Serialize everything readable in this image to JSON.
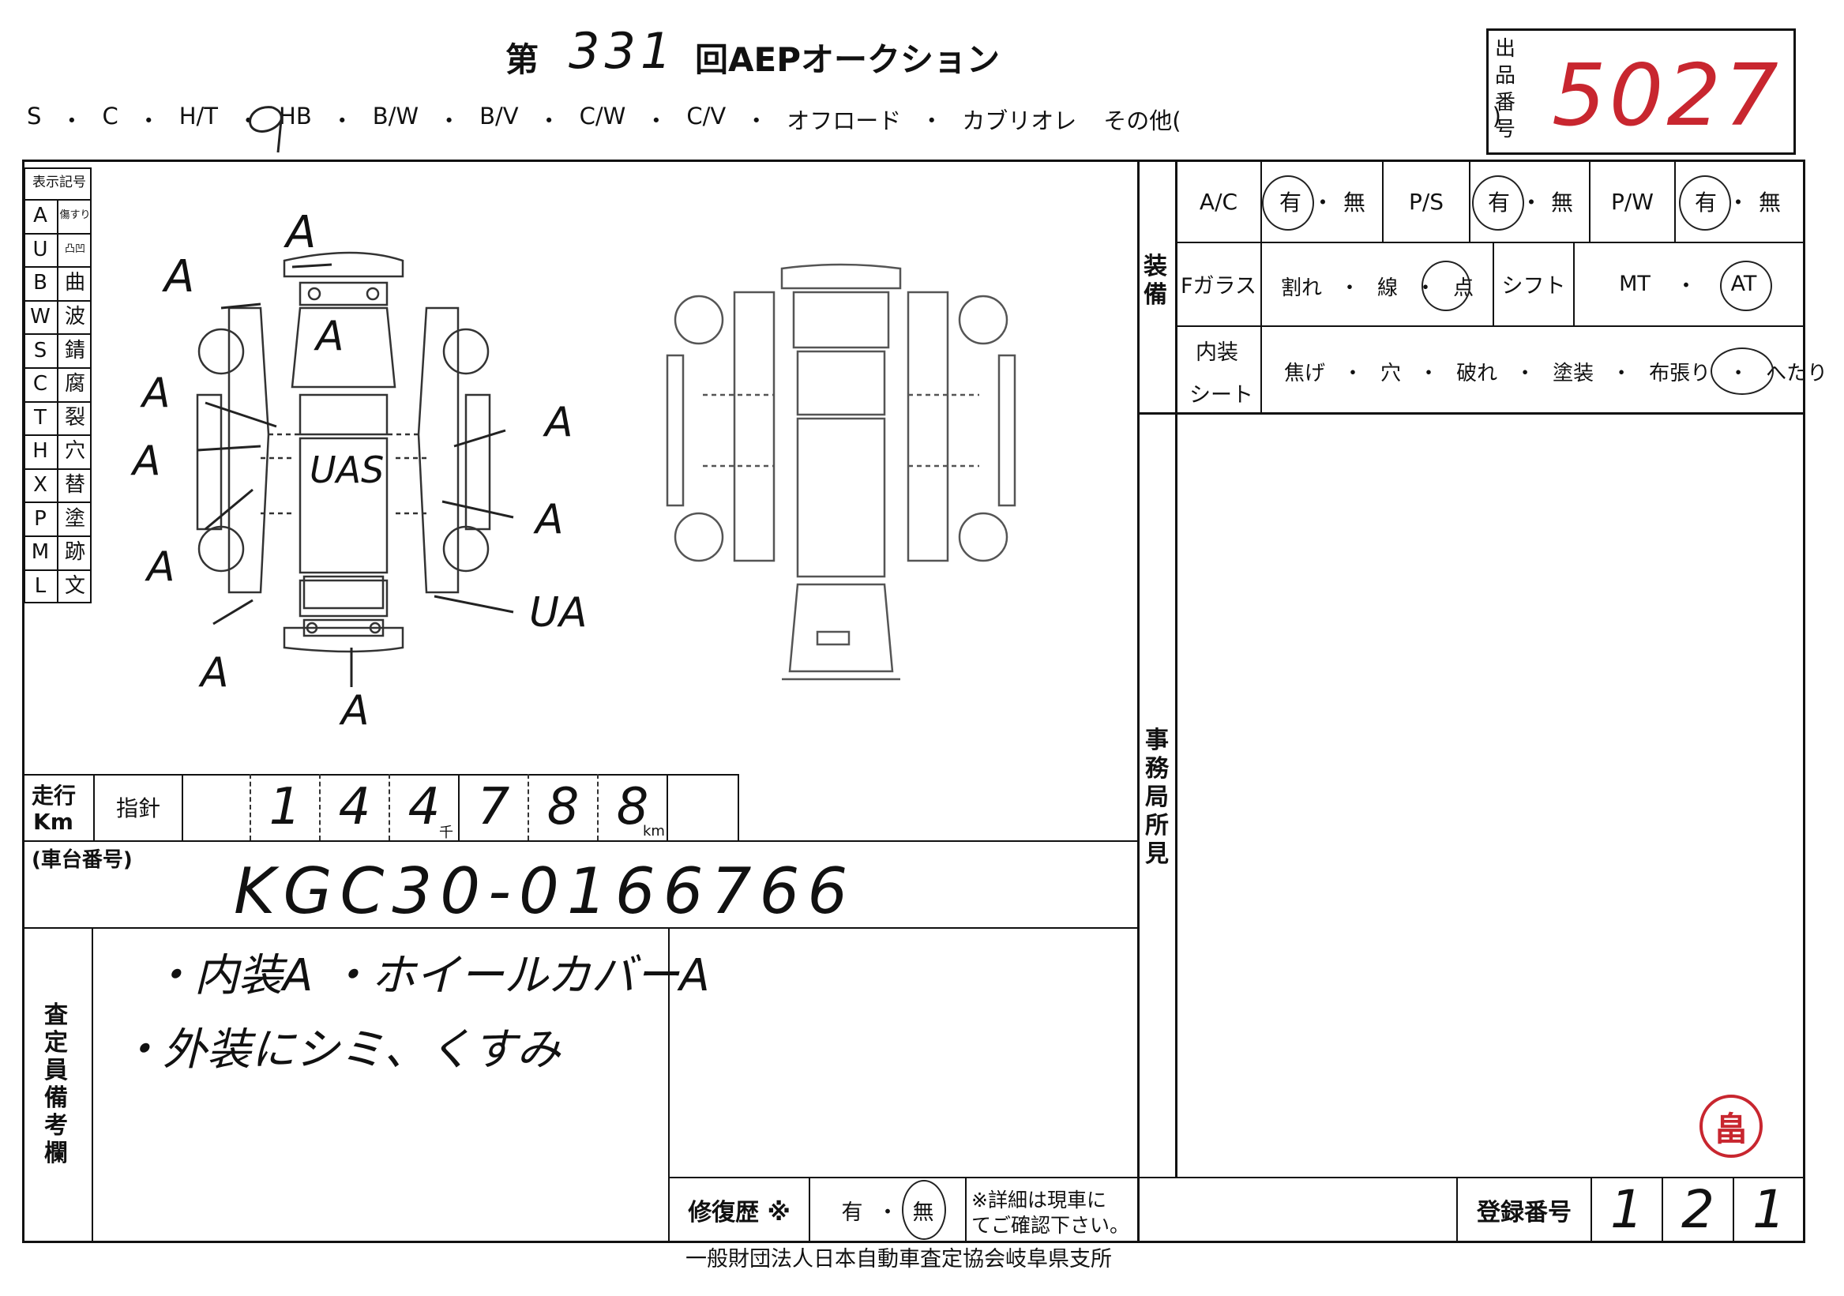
{
  "header": {
    "title_prefix": "第",
    "auction_number": "331",
    "title_suffix": "回AEPオークション",
    "body_types": [
      "S",
      "・",
      "C",
      "・",
      "H/T",
      "・",
      "HB",
      "・",
      "B/W",
      "・",
      "B/V",
      "・",
      "C/W",
      "・",
      "C/V",
      "・",
      "オフロード",
      "・",
      "カブリオレ",
      "その他(",
      ")"
    ],
    "lot_label": "出品番号",
    "lot_number": "5027"
  },
  "legend": {
    "title": "表示記号",
    "rows": [
      {
        "code": "A",
        "meaning": "傷すり"
      },
      {
        "code": "U",
        "meaning": "凸凹"
      },
      {
        "code": "B",
        "meaning": "曲"
      },
      {
        "code": "W",
        "meaning": "波"
      },
      {
        "code": "S",
        "meaning": "錆"
      },
      {
        "code": "C",
        "meaning": "腐"
      },
      {
        "code": "T",
        "meaning": "裂"
      },
      {
        "code": "H",
        "meaning": "穴"
      },
      {
        "code": "X",
        "meaning": "替"
      },
      {
        "code": "P",
        "meaning": "塗"
      },
      {
        "code": "M",
        "meaning": "跡"
      },
      {
        "code": "L",
        "meaning": "文"
      }
    ]
  },
  "damage_marks": [
    "A",
    "A",
    "A",
    "A",
    "A",
    "UAS",
    "A",
    "A",
    "A",
    "UA",
    "A",
    "A"
  ],
  "equipment": {
    "section_label": "装備",
    "ac": {
      "label": "A/C",
      "yes": "有",
      "sep": "・",
      "no": "無"
    },
    "ps": {
      "label": "P/S",
      "yes": "有",
      "sep": "・",
      "no": "無"
    },
    "pw": {
      "label": "P/W",
      "yes": "有",
      "sep": "・",
      "no": "無"
    },
    "glass": {
      "label": "Fガラス",
      "options": [
        "割れ",
        "・",
        "線",
        "・",
        "点"
      ]
    },
    "shift": {
      "label": "シフト",
      "mt": "MT",
      "sep": "・",
      "at": "AT"
    },
    "interior": {
      "label1": "内装",
      "label2": "シート",
      "options": [
        "焦げ",
        "・",
        "穴",
        "・",
        "破れ",
        "・",
        "塗装",
        "・",
        "布張り",
        "・",
        "へたり"
      ]
    }
  },
  "office": {
    "label": "事務局所見"
  },
  "mileage": {
    "label1": "走行",
    "label2": "Km",
    "type": "指針",
    "digits": [
      "1",
      "4",
      "4",
      "7",
      "8",
      "8"
    ],
    "unit_thousand": "千",
    "unit_km": "km"
  },
  "chassis": {
    "label": "(車台番号)",
    "value": "KGC30-0166766"
  },
  "inspector": {
    "label": "査定員備考欄",
    "note1": "・内装A ・ホイールカバーA",
    "note2": "・外装にシミ、くすみ"
  },
  "repair": {
    "label": "修復歴 ※",
    "yes": "有",
    "sep": "・",
    "no": "無",
    "note1": "※詳細は現車に",
    "note2": "てご確認下さい。"
  },
  "registration": {
    "label": "登録番号",
    "digits": [
      "1",
      "2",
      "1"
    ]
  },
  "stamp": {
    "text": "畠"
  },
  "footer": "一般財団法人日本自動車査定協会岐阜県支所"
}
